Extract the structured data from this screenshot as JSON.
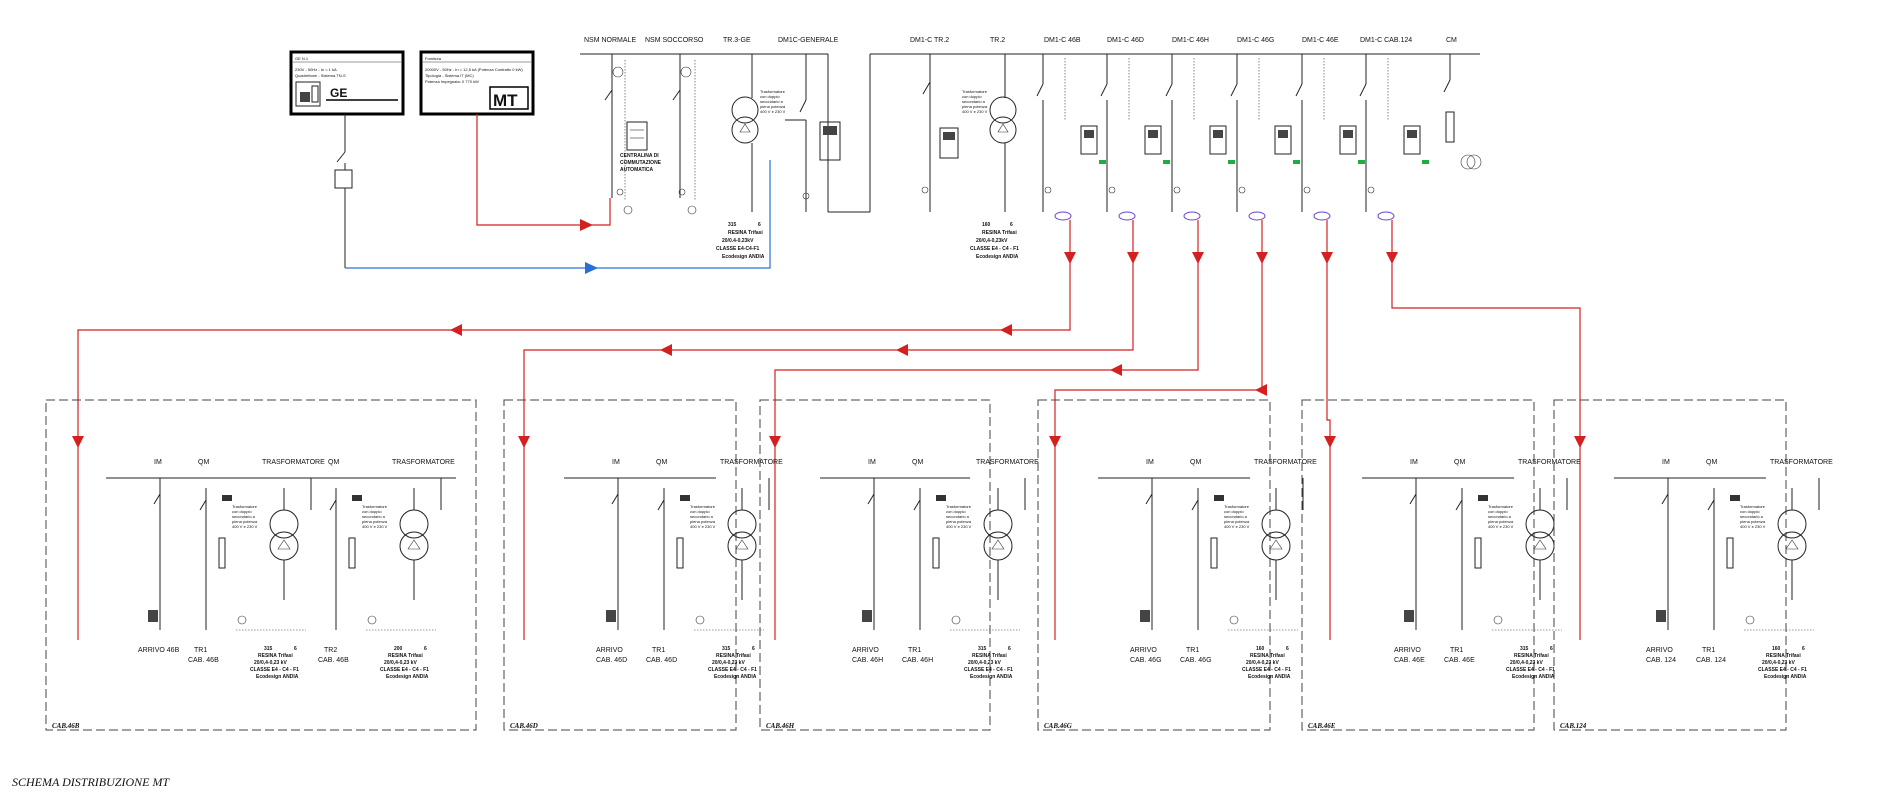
{
  "diagram_title": "SCHEMA DISTRIBUZIONE MT",
  "generators": [
    {
      "line1": "GE N.1",
      "line2": "230V - 50Hz - In = 1 kA",
      "line3": "Quadrettone - Sistema TN-S",
      "logo": "GE"
    },
    {
      "line1": "Fornitura",
      "line2": "20000V - 50Hz - In = 12,5 kA (Potenza Contratto 0 kW)",
      "line3": "Tipologia - Sistema IT (MC)",
      "line4": "Potenza Impegnata: 0 770 kW",
      "logo": "MT"
    }
  ],
  "main_headers": [
    "NSM NORMALE",
    "NSM SOCCORSO",
    "TR.3-GE",
    "DM1C-GENERALE",
    "DM1-C TR.2",
    "TR.2",
    "DM1-C 46B",
    "DM1-C 46D",
    "DM1-C 46H",
    "DM1-C 46G",
    "DM1-C 46E",
    "DM1-C CAB.124",
    "CM"
  ],
  "centralina": [
    "CENTRALINA DI",
    "COMMUTAZIONE",
    "AUTOMATICA"
  ],
  "trafo_note": [
    "Trasformatore",
    "con doppio",
    "secondario a",
    "piena potenza",
    "400 V e 230 V"
  ],
  "main_trafos": [
    {
      "kva": "315",
      "n": "6",
      "l2": "RESINA    Trifasi",
      "l3": "20/0.4-0.23kV",
      "l4": "CLASSE E4-C4-F1",
      "l5": "Ecodesign ANDIA"
    },
    {
      "kva": "160",
      "n": "6",
      "l2": "RESINA    Trifasi",
      "l3": "20/0,4-0,23kV",
      "l4": "CLASSE E4 - C4 - F1",
      "l5": "Ecodesign ANDIA"
    }
  ],
  "cabins": [
    {
      "label": "CAB.46B",
      "arrivo": "ARRIVO  46B",
      "units": [
        {
          "name": "TR1",
          "cab": "CAB.  46B",
          "kva": "315"
        },
        {
          "name": "TR2",
          "cab": "CAB.  46B",
          "kva": "200"
        }
      ]
    },
    {
      "label": "CAB.46D",
      "arrivo": "ARRIVO",
      "arrivo2": "CAB.  46D",
      "units": [
        {
          "name": "TR1",
          "cab": "CAB.  46D",
          "kva": "315"
        }
      ]
    },
    {
      "label": "CAB.46H",
      "arrivo": "ARRIVO",
      "arrivo2": "CAB.  46H",
      "units": [
        {
          "name": "TR1",
          "cab": "CAB.  46H",
          "kva": "315"
        }
      ]
    },
    {
      "label": "CAB.46G",
      "arrivo": "ARRIVO",
      "arrivo2": "CAB.  46G",
      "units": [
        {
          "name": "TR1",
          "cab": "CAB.  46G",
          "kva": "160"
        }
      ]
    },
    {
      "label": "CAB.46E",
      "arrivo": "ARRIVO",
      "arrivo2": "CAB.  46E",
      "units": [
        {
          "name": "TR1",
          "cab": "CAB.  46E",
          "kva": "315"
        }
      ]
    },
    {
      "label": "CAB.124",
      "arrivo": "ARRIVO",
      "arrivo2": "CAB.  124",
      "units": [
        {
          "name": "TR1",
          "cab": "CAB.  124",
          "kva": "160"
        }
      ]
    }
  ],
  "cabin_headers": {
    "im": "IM",
    "qm": "QM",
    "trafo": "TRASFORMATORE"
  },
  "trafo_spec": {
    "l2": "RESINA    Trifasi",
    "l3": "20/0,4-0,23 kV",
    "l4": "CLASSE E4 - C4 - F1",
    "l5": "Ecodesign ANDIA",
    "n": "6"
  },
  "colors": {
    "red": "#d42020",
    "blue": "#2a6fd6",
    "line": "#222222",
    "green": "#22aa44"
  }
}
